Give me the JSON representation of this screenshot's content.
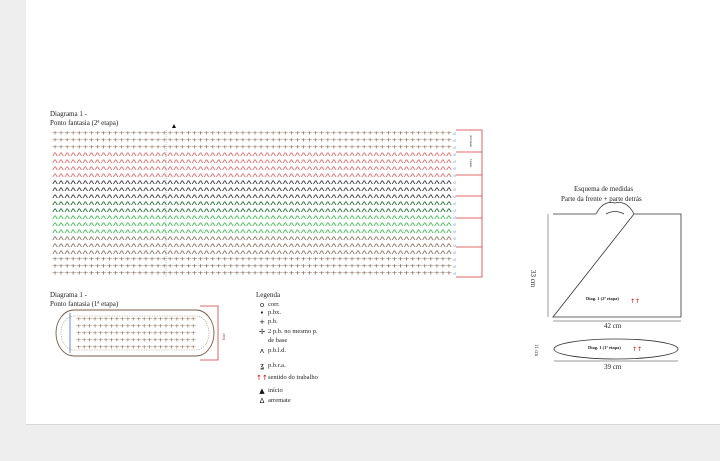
{
  "diagram1_top": {
    "title": "Diagrama 1 -",
    "subtitle": "Ponto fantasia (2ª etapa)",
    "section_labels": [
      "Arremate",
      "Listras",
      "",
      "",
      "",
      "",
      "",
      "",
      ""
    ],
    "row_colors": [
      "#9a7a66",
      "#9a7a66",
      "#9a7a66",
      "#e06a6a",
      "#e06a6a",
      "#e06a6a",
      "#e06a6a",
      "#333333",
      "#333333",
      "#333333",
      "#1d6b2f",
      "#1d6b2f",
      "#3cc050",
      "#3cc050",
      "#3cc050",
      "#8a7060",
      "#8a7060",
      "#8a7060",
      "#8a7060",
      "#8a7060",
      "#8a7060"
    ]
  },
  "diagram1_bottom": {
    "title": "Diagrama 1 -",
    "subtitle": "Ponto fantasia (1ª etapa)",
    "side_label": "base"
  },
  "legend": {
    "title": "Legenda",
    "items": [
      {
        "icon": "chain-stitch-icon",
        "glyph": "o",
        "label": "corr."
      },
      {
        "icon": "slip-stitch-icon",
        "glyph": "•",
        "label": "p.bx."
      },
      {
        "icon": "single-crochet-icon",
        "glyph": "+",
        "label": "p.b."
      },
      {
        "icon": "two-single-crochet-icon",
        "glyph": "✢",
        "label": "2 p.b. no mesmo p."
      },
      {
        "icon": "",
        "glyph": "",
        "label": "de base"
      },
      {
        "icon": "back-loop-icon",
        "glyph": "ʌ",
        "label": "p.b.l.d."
      },
      {
        "icon": "front-post-icon",
        "glyph": "ʓ",
        "label": "p.b.r.a."
      },
      {
        "icon": "direction-arrows-icon",
        "glyph": "↑↑",
        "label": "sentido do trabalho"
      },
      {
        "icon": "start-marker-icon",
        "glyph": "▲",
        "label": "início"
      },
      {
        "icon": "finish-marker-icon",
        "glyph": "Δ",
        "label": "arremate"
      }
    ]
  },
  "schematic": {
    "title": "Esquema de medidas",
    "subtitle": "Parte da frente + parte detrás",
    "height_label": "33 cm",
    "width_label": "42 cm",
    "diag_upper": "Diag. 1 (2ª etapa)",
    "diag_lower": "Diag. 1 (1ª etapa)",
    "base_height_label": "11 cm",
    "base_width_label": "39 cm"
  },
  "colors": {
    "border_red": "#d43a3a",
    "arrow_red": "#e00000",
    "tan": "#9a7a66",
    "blue": "#3a6fc9"
  }
}
